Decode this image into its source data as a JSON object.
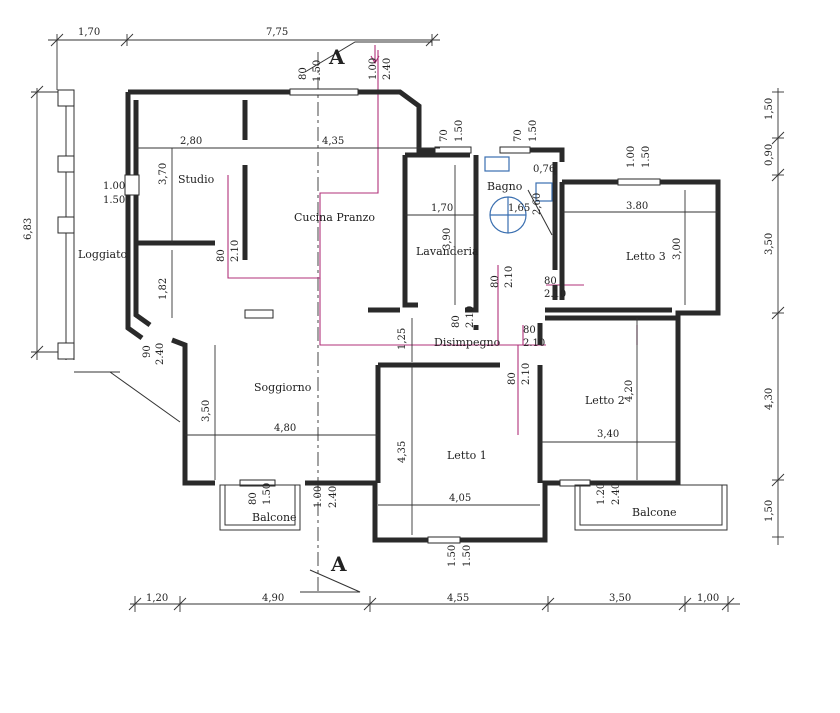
{
  "rooms": {
    "studio": "Studio",
    "cucina": "Cucina Pranzo",
    "loggiato": "Loggiato",
    "soggiorno": "Soggiorno",
    "lavanderia": "Lavanderia",
    "bagno": "Bagno",
    "disimpegno": "Disimpegno",
    "letto1": "Letto 1",
    "letto2": "Letto 2",
    "letto3": "Letto 3",
    "balcone_left": "Balcone",
    "balcone_right": "Balcone"
  },
  "section_marks": {
    "top": "A",
    "bottom": "A"
  },
  "dims": {
    "top_1": "1,70",
    "top_2": "7,75",
    "left_total": "6,83",
    "bottom_1": "1,20",
    "bottom_2": "4,90",
    "bottom_3": "4,55",
    "bottom_4": "3,50",
    "bottom_5": "1,00",
    "right_1": "1,50",
    "right_2": "0,90",
    "right_3": "3,50",
    "right_4": "4,30",
    "right_5": "1,50",
    "studio_w": "2,80",
    "studio_h": "3,70",
    "cucina_w": "4,35",
    "loggia_win_1": "1.00",
    "loggia_win_2": "1.50",
    "top_win_1": "80",
    "top_win_2": "1.50",
    "cucina_door_1": "1.00",
    "cucina_door_2": "2.40",
    "lav_win_1": "70",
    "lav_win_2": "1.50",
    "bagno_win_1": "70",
    "bagno_win_2": "1.50",
    "bagno_w": "0,76",
    "bagno_1": "1,65",
    "bagno_2": "2,60",
    "letto3_win_1": "1.00",
    "letto3_win_2": "1.50",
    "lav_w": "1,70",
    "lav_h": "3,90",
    "letto3_w": "3.80",
    "letto3_h": "3,00",
    "studio_door_1": "80",
    "studio_door_2": "2.10",
    "small_h": "1,82",
    "lav_door_1": "80",
    "lav_door_2": "2.10",
    "bagno_door_1": "80",
    "bagno_door_2": "2.10",
    "letto3_door_1": "80",
    "letto3_door_2": "2.10",
    "dis_h": "1,25",
    "letto2_door_1": "80",
    "letto2_door_2": "2.10",
    "sogg_door_1": "90",
    "sogg_door_2": "2.40",
    "letto1_door_1": "80",
    "letto1_door_2": "2.10",
    "sogg_h": "3,50",
    "sogg_w": "4,80",
    "letto2_h": "4,20",
    "letto2_w": "3,40",
    "letto1_h": "4,35",
    "letto1_w": "4,05",
    "balc_l_1": "80",
    "balc_l_2": "1.50",
    "sogg_door_b1": "1.00",
    "sogg_door_b2": "2.40",
    "balc_r_1": "1.20",
    "balc_r_2": "2.40",
    "letto1_win_1": "1.50",
    "letto1_win_2": "1.50"
  }
}
